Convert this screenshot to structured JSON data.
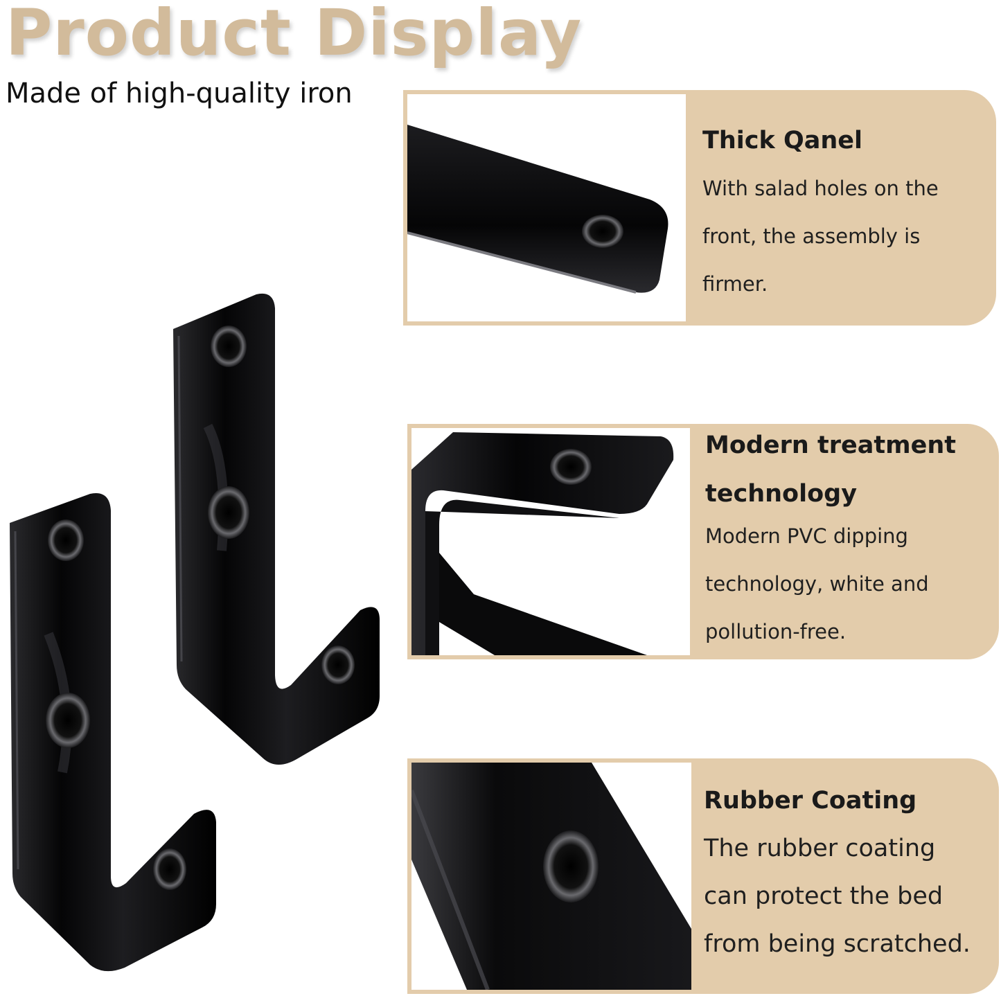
{
  "header": {
    "title": "Product Display",
    "subtitle": "Made of high-quality iron"
  },
  "features": [
    {
      "title": "Thick Qanel",
      "lines": [
        "With salad holes on the",
        "front, the assembly is",
        "firmer."
      ]
    },
    {
      "title_lines": [
        "Modern treatment",
        "technology"
      ],
      "lines": [
        "Modern PVC dipping",
        "technology, white and",
        "pollution-free."
      ]
    },
    {
      "title": "Rubber Coating",
      "lines": [
        "The rubber coating",
        "can protect the bed",
        "from being scratched."
      ]
    }
  ],
  "colors": {
    "accent": "#d2bb9b",
    "card": "#e3ccab",
    "hook": "#0b0b0c"
  }
}
